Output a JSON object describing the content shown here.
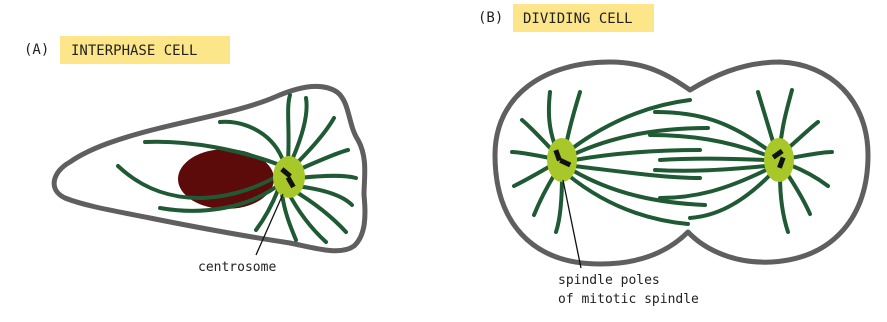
{
  "panel_a": {
    "letter": "(A)",
    "title": "INTERPHASE CELL",
    "callout": "centrosome"
  },
  "panel_b": {
    "letter": "(B)",
    "title": "DIVIDING CELL",
    "callout_line1": "spindle poles",
    "callout_line2": "of mitotic spindle"
  },
  "colors": {
    "title_bg": "#fde68a",
    "membrane": "#5f5f5f",
    "microtubule": "#1f5a34",
    "centrosome": "#a8c82a",
    "nucleus": "#5c0a0a",
    "centriole": "#111111"
  }
}
